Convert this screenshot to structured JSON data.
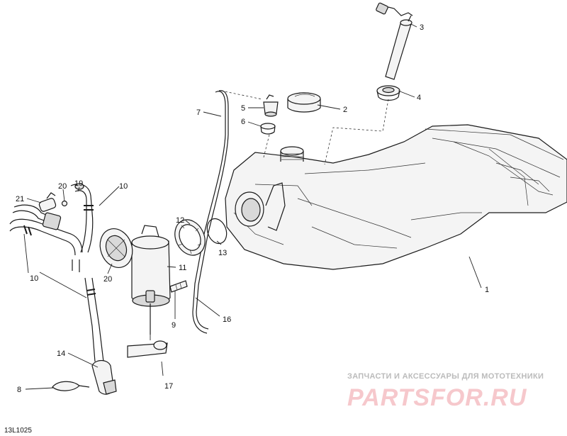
{
  "diagram": {
    "reference_code": "13L1025",
    "callouts": {
      "c1": "1",
      "c2": "2",
      "c3": "3",
      "c4": "4",
      "c5": "5",
      "c6": "6",
      "c7": "7",
      "c8": "8",
      "c9": "9",
      "c10a": "10",
      "c10b": "10",
      "c11": "11",
      "c12": "12",
      "c13": "13",
      "c14": "14",
      "c16": "16",
      "c17": "17",
      "c19": "19",
      "c20a": "20",
      "c20b": "20",
      "c21": "21"
    }
  },
  "watermark": {
    "caption": "ЗАПЧАСТИ И АКСЕССУАРЫ ДЛЯ МОТОТЕХНИКИ",
    "logo": "PARTSFOR.RU"
  }
}
